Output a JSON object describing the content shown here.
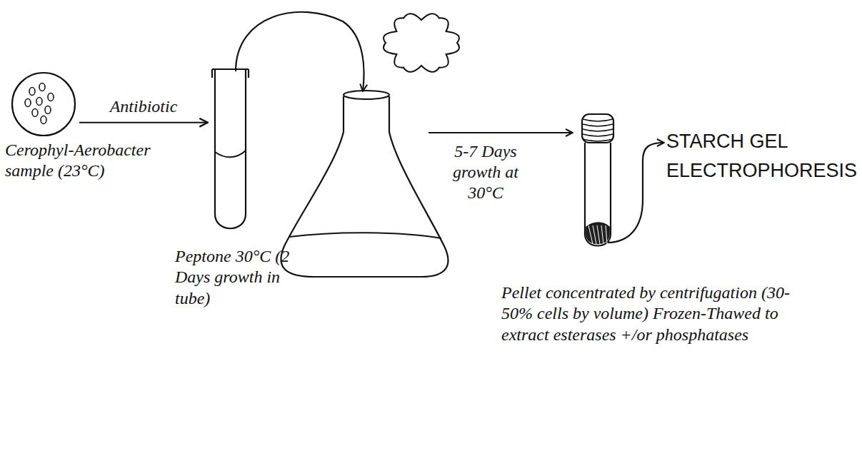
{
  "diagram": {
    "nodes": [
      {
        "text": [
          "Cerophyl-Aerobacter sample (23°C)"
        ]
      },
      {
        "text": [
          "Peptone 30°C (2 Days growth in tube)"
        ]
      },
      {
        "text": [
          "Pellet concentrated by centrifugation (30-50% cells by volume) Frozen-Thawed to extract esterases +/or phosphatases"
        ]
      }
    ],
    "edges": [
      {
        "from": 0,
        "to": 1,
        "arrow": "to",
        "label": "Antibiotic"
      }
    ],
    "labels": [
      "5-7 Days growth at 30°C",
      "STARCH GEL ELECTROPHORESIS"
    ]
  }
}
